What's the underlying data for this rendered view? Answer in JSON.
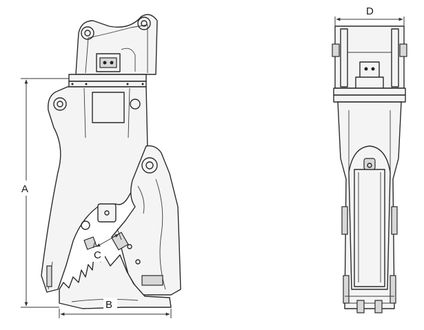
{
  "dimensions": {
    "a": "A",
    "b": "B",
    "c": "C",
    "d": "D"
  }
}
